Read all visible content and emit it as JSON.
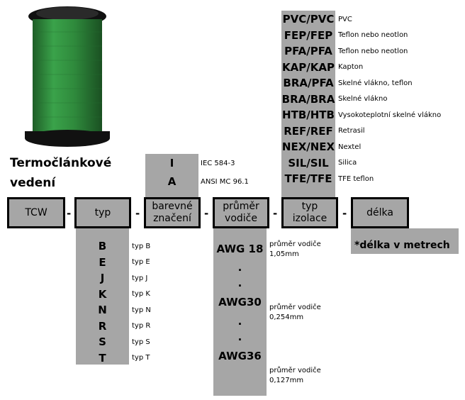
{
  "title_lines": [
    "Termočlánkové",
    "vedení"
  ],
  "header_boxes": [
    {
      "id": "tcw",
      "lines": [
        "TCW"
      ]
    },
    {
      "id": "typ",
      "lines": [
        "typ"
      ]
    },
    {
      "id": "barevne",
      "lines": [
        "barevné",
        "značení"
      ]
    },
    {
      "id": "prumer",
      "lines": [
        "průměr",
        "vodiče"
      ]
    },
    {
      "id": "izolace",
      "lines": [
        "typ",
        "izolace"
      ]
    },
    {
      "id": "delka",
      "lines": [
        "délka"
      ]
    }
  ],
  "separator": "-",
  "color_coding": [
    {
      "code": "I",
      "desc": "IEC 584-3"
    },
    {
      "code": "A",
      "desc": "ANSI MC 96.1"
    }
  ],
  "insulation": [
    {
      "code": "PVC/PVC",
      "desc": "PVC"
    },
    {
      "code": "FEP/FEP",
      "desc": "Teflon nebo neotlon"
    },
    {
      "code": "PFA/PFA",
      "desc": "Teflon nebo neotlon"
    },
    {
      "code": "KAP/KAP",
      "desc": "Kapton"
    },
    {
      "code": "BRA/PFA",
      "desc": "Skelné vlákno, teflon"
    },
    {
      "code": "BRA/BRA",
      "desc": "Skelné vlákno"
    },
    {
      "code": "HTB/HTB",
      "desc": "Vysokoteplotní skelné vlákno"
    },
    {
      "code": "REF/REF",
      "desc": "Retrasil"
    },
    {
      "code": "NEX/NEX",
      "desc": "Nextel"
    },
    {
      "code": "SIL/SIL",
      "desc": "Silica"
    },
    {
      "code": "TFE/TFE",
      "desc": "TFE teflon"
    }
  ],
  "types": [
    {
      "code": "B",
      "desc": "typ B"
    },
    {
      "code": "E",
      "desc": "typ E"
    },
    {
      "code": "J",
      "desc": "typ J"
    },
    {
      "code": "K",
      "desc": "typ K"
    },
    {
      "code": "N",
      "desc": "typ N"
    },
    {
      "code": "R",
      "desc": "typ R"
    },
    {
      "code": "S",
      "desc": "typ S"
    },
    {
      "code": "T",
      "desc": "typ T"
    }
  ],
  "wire_gauges": [
    {
      "code": "AWG 18",
      "desc_lines": [
        "průměr vodiče",
        "1,05mm"
      ]
    },
    {
      "code": ".",
      "desc_lines": []
    },
    {
      "code": ".",
      "desc_lines": []
    },
    {
      "code": "AWG30",
      "desc_lines": [
        "průměr vodiče",
        "0,254mm"
      ]
    },
    {
      "code": ".",
      "desc_lines": []
    },
    {
      "code": ".",
      "desc_lines": []
    },
    {
      "code": "AWG36",
      "desc_lines": [
        "průměr vodiče",
        "0,127mm"
      ]
    }
  ],
  "length_note": "*délka v metrech",
  "colors": {
    "panel": "#a6a6a6",
    "wire": "#2f8a3c",
    "wire_dark": "#1e5e27",
    "spool": "#111111"
  },
  "image": {
    "icon": "wire-spool-icon"
  }
}
